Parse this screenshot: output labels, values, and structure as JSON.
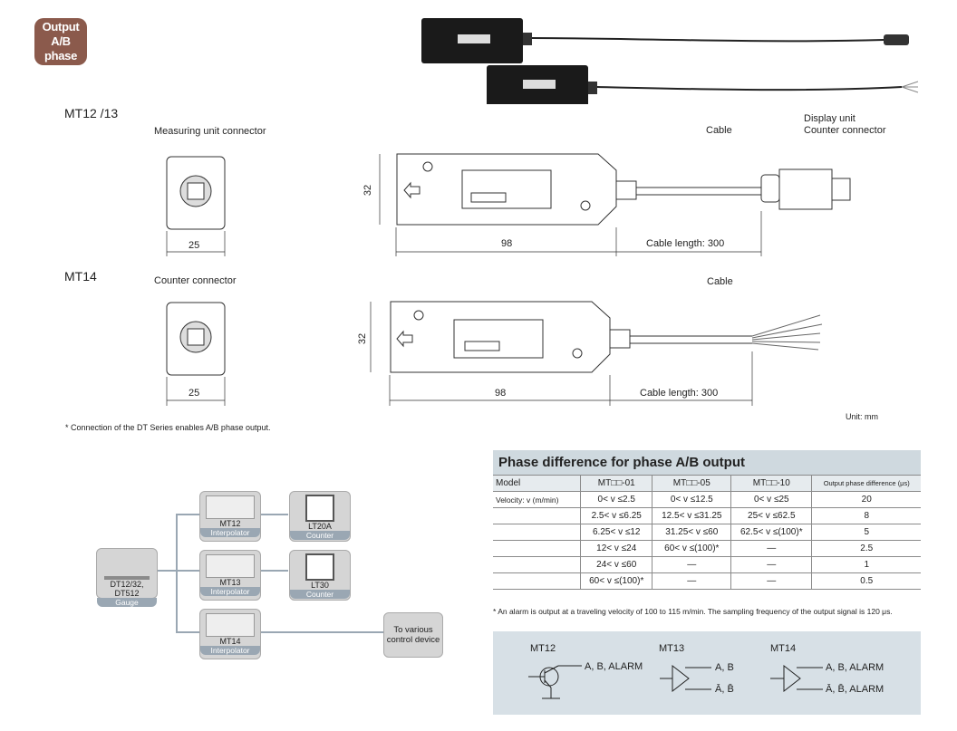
{
  "badge": {
    "line1": "Output",
    "line2": "A/B phase"
  },
  "mt1213": {
    "title": "MT12 /13",
    "measuring_connector": "Measuring unit connector",
    "width_dim": "25",
    "height_dim": "32",
    "length_dim": "98",
    "cable_label": "Cable",
    "cable_length": "Cable length: 300",
    "display_unit": "Display unit",
    "counter_connector": "Counter connector"
  },
  "mt14": {
    "title": "MT14",
    "counter_connector": "Counter connector",
    "width_dim": "25",
    "height_dim": "32",
    "length_dim": "98",
    "cable_label": "Cable",
    "cable_length": "Cable length: 300"
  },
  "unit_note": "Unit: mm",
  "connection_note": "* Connection of the DT Series enables A/B phase output.",
  "flow": {
    "gauge_name": "DT12/32, DT512",
    "gauge_sub": "Gauge",
    "interp1_name": "MT12",
    "interp1_sub": "Interpolator",
    "interp2_name": "MT13",
    "interp2_sub": "Interpolator",
    "interp3_name": "MT14",
    "interp3_sub": "Interpolator",
    "counter1_name": "LT20A",
    "counter1_sub": "Counter",
    "counter2_name": "LT30",
    "counter2_sub": "Counter",
    "device_line1": "To various",
    "device_line2": "control device"
  },
  "table": {
    "title": "Phase difference for phase A/B output",
    "headers": [
      "Model",
      "MT□□-01",
      "MT□□-05",
      "MT□□-10",
      "Output phase difference (μs)"
    ],
    "rows": [
      [
        "Velocity: v (m/min)",
        "0< v ≤2.5",
        "0< v ≤12.5",
        "0< v ≤25",
        "20"
      ],
      [
        "",
        "2.5< v ≤6.25",
        "12.5< v ≤31.25",
        "25< v ≤62.5",
        "8"
      ],
      [
        "",
        "6.25< v ≤12",
        "31.25< v ≤60",
        "62.5< v ≤(100)*",
        "5"
      ],
      [
        "",
        "12< v ≤24",
        "60< v ≤(100)*",
        "—",
        "2.5"
      ],
      [
        "",
        "24< v ≤60",
        "—",
        "—",
        "1"
      ],
      [
        "",
        "60< v ≤(100)*",
        "—",
        "—",
        "0.5"
      ]
    ],
    "note": "* An alarm is output at a traveling velocity of 100 to 115 m/min. The sampling frequency of the output signal is 120 μs."
  },
  "symbols": {
    "mt12": {
      "title": "MT12",
      "out1": "A, B, ALARM"
    },
    "mt13": {
      "title": "MT13",
      "out1": "A, B",
      "out2": "Ā, B̄"
    },
    "mt14": {
      "title": "MT14",
      "out1": "A, B, ALARM",
      "out2": "Ā, B̄, ALARM"
    }
  },
  "colors": {
    "badge": "#8b5a4c",
    "table_header": "#cfd9df",
    "symbol_panel": "#d7e0e6",
    "node_sub": "#9aa7b3"
  }
}
